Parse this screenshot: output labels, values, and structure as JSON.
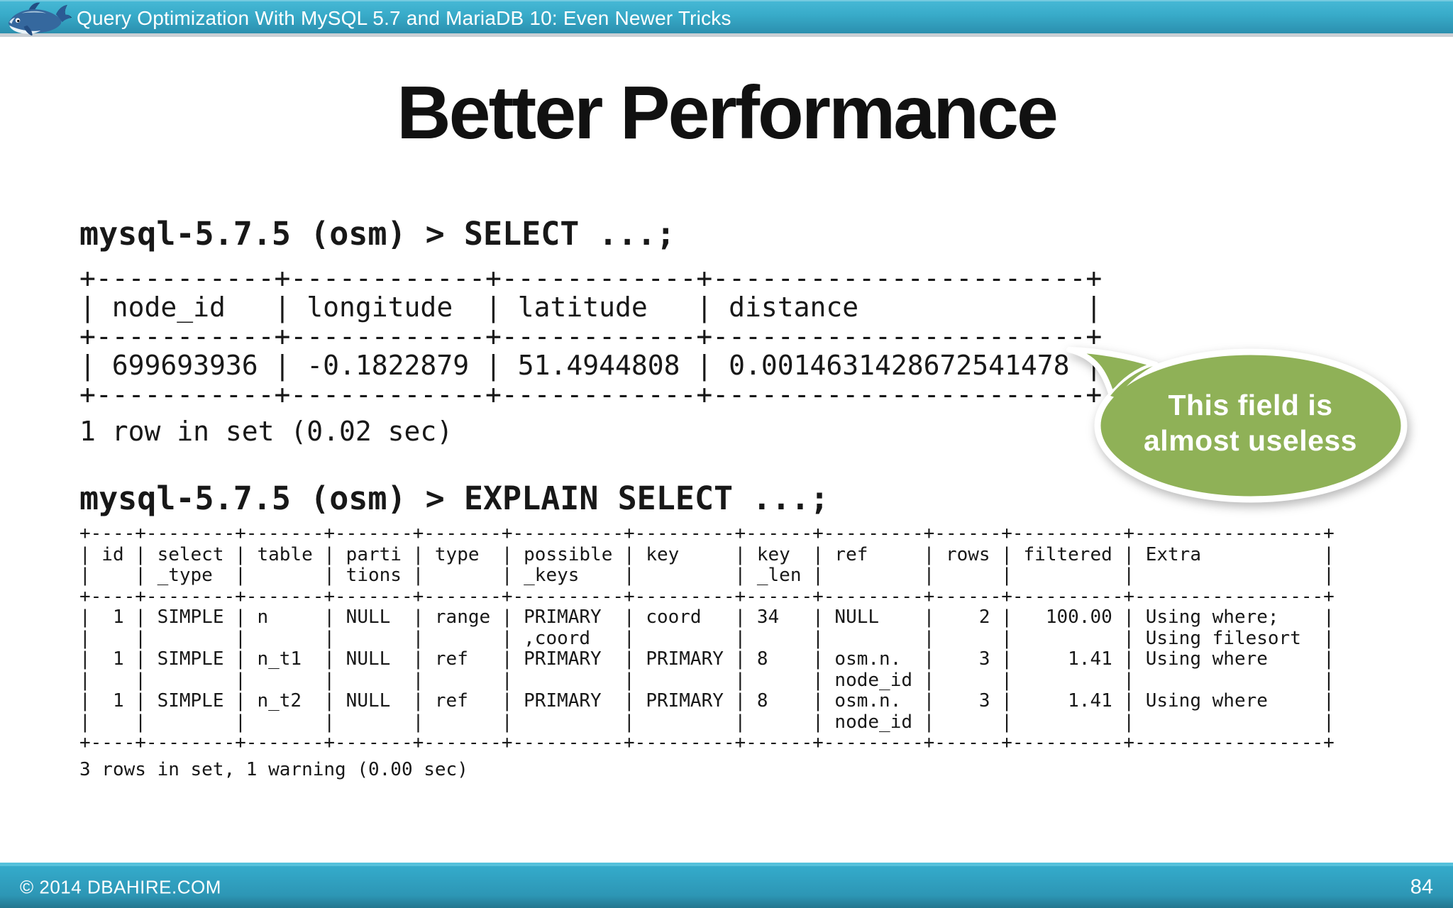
{
  "header": {
    "title": "Query Optimization With MySQL 5.7 and MariaDB 10: Even Newer Tricks",
    "logo_icon": "dolphin-logo-icon"
  },
  "slide": {
    "title": "Better Performance"
  },
  "query1": {
    "prompt": "mysql-5.7.5 (osm) > SELECT ...;",
    "result_table": {
      "columns": [
        "node_id",
        "longitude",
        "latitude",
        "distance"
      ],
      "rows": [
        [
          "699693936",
          "-0.1822879",
          "51.4944808",
          "0.0014631428672541478"
        ]
      ]
    },
    "ascii": "+-----------+------------+------------+-----------------------+\n| node_id   | longitude  | latitude   | distance              |\n+-----------+------------+------------+-----------------------+\n| 699693936 | -0.1822879 | 51.4944808 | 0.0014631428672541478 |\n+-----------+------------+------------+-----------------------+",
    "status": "1 row in set (0.02 sec)"
  },
  "callout": {
    "line1": "This field is",
    "line2": "almost useless",
    "bubble_color": "#8fb157",
    "border_color": "#ffffff",
    "points_to": "distance value"
  },
  "query2": {
    "prompt": "mysql-5.7.5 (osm) > EXPLAIN SELECT ...;",
    "result_table": {
      "columns": [
        "id",
        "select_type",
        "table",
        "partitions",
        "type",
        "possible_keys",
        "key",
        "key_len",
        "ref",
        "rows",
        "filtered",
        "Extra"
      ],
      "rows": [
        [
          "1",
          "SIMPLE",
          "n",
          "NULL",
          "range",
          "PRIMARY,coord",
          "coord",
          "34",
          "NULL",
          "2",
          "100.00",
          "Using where; Using filesort"
        ],
        [
          "1",
          "SIMPLE",
          "n_t1",
          "NULL",
          "ref",
          "PRIMARY",
          "PRIMARY",
          "8",
          "osm.n.node_id",
          "3",
          "1.41",
          "Using where"
        ],
        [
          "1",
          "SIMPLE",
          "n_t2",
          "NULL",
          "ref",
          "PRIMARY",
          "PRIMARY",
          "8",
          "osm.n.node_id",
          "3",
          "1.41",
          "Using where"
        ]
      ]
    },
    "ascii": "+----+--------+-------+-------+-------+----------+---------+------+---------+------+----------+-----------------+\n| id | select | table | parti | type  | possible | key     | key  | ref     | rows | filtered | Extra           |\n|    | _type  |       | tions |       | _keys    |         | _len |         |      |          |                 |\n+----+--------+-------+-------+-------+----------+---------+------+---------+------+----------+-----------------+\n|  1 | SIMPLE | n     | NULL  | range | PRIMARY  | coord   | 34   | NULL    |    2 |   100.00 | Using where;    |\n|    |        |       |       |       | ,coord   |         |      |         |      |          | Using filesort  |\n|  1 | SIMPLE | n_t1  | NULL  | ref   | PRIMARY  | PRIMARY | 8    | osm.n.  |    3 |     1.41 | Using where     |\n|    |        |       |       |       |          |         |      | node_id |      |          |                 |\n|  1 | SIMPLE | n_t2  | NULL  | ref   | PRIMARY  | PRIMARY | 8    | osm.n.  |    3 |     1.41 | Using where     |\n|    |        |       |       |       |          |         |      | node_id |      |          |                 |\n+----+--------+-------+-------+-------+----------+---------+------+---------+------+----------+-----------------+",
    "status": "3 rows in set, 1 warning (0.00 sec)"
  },
  "footer": {
    "copyright": "© 2014 DBAHIRE.COM",
    "page_number": "84"
  },
  "colors": {
    "bar_teal_top": "#47b9d6",
    "bar_teal_bottom": "#2b8fae",
    "bar_underline_gray": "#c9cfd4",
    "callout_green": "#8fb157",
    "text_black": "#181818",
    "background": "#ffffff"
  }
}
